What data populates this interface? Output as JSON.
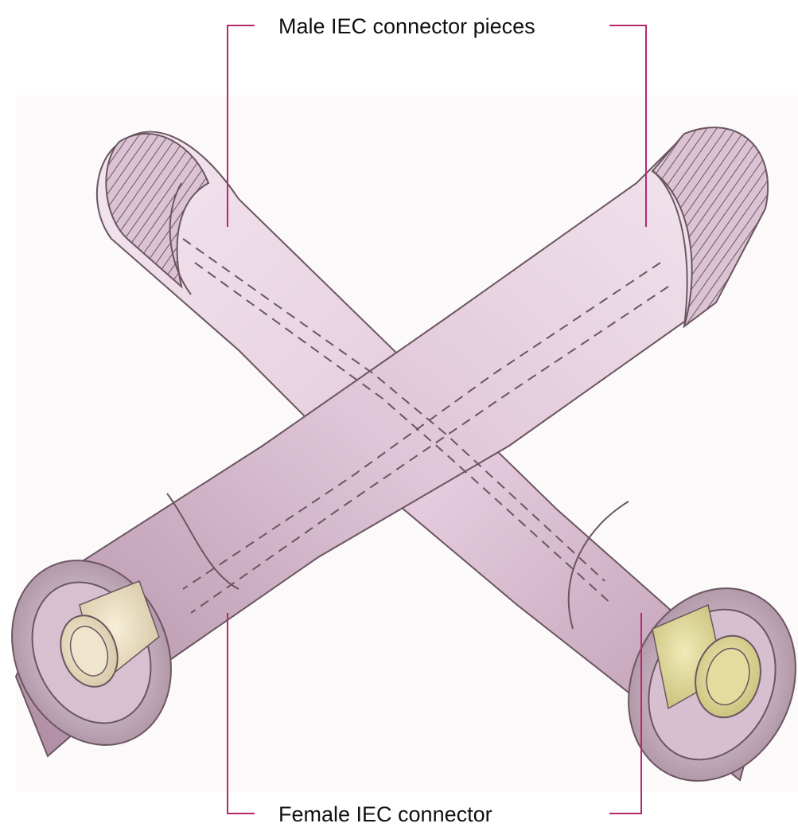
{
  "labels": {
    "top": "Male IEC connector pieces",
    "bottom": "Female IEC connector"
  },
  "colors": {
    "leader_line": "#b5286f",
    "tube_fill": "#e6cfe0",
    "tube_shadow": "#b99aae",
    "pencil": "#6b5660",
    "pin_yellow": "#e2dca0",
    "pin_cream": "#f1e7cf"
  },
  "illustration": "pencil-drawing-of-cross-shaped-coaxial-connector"
}
